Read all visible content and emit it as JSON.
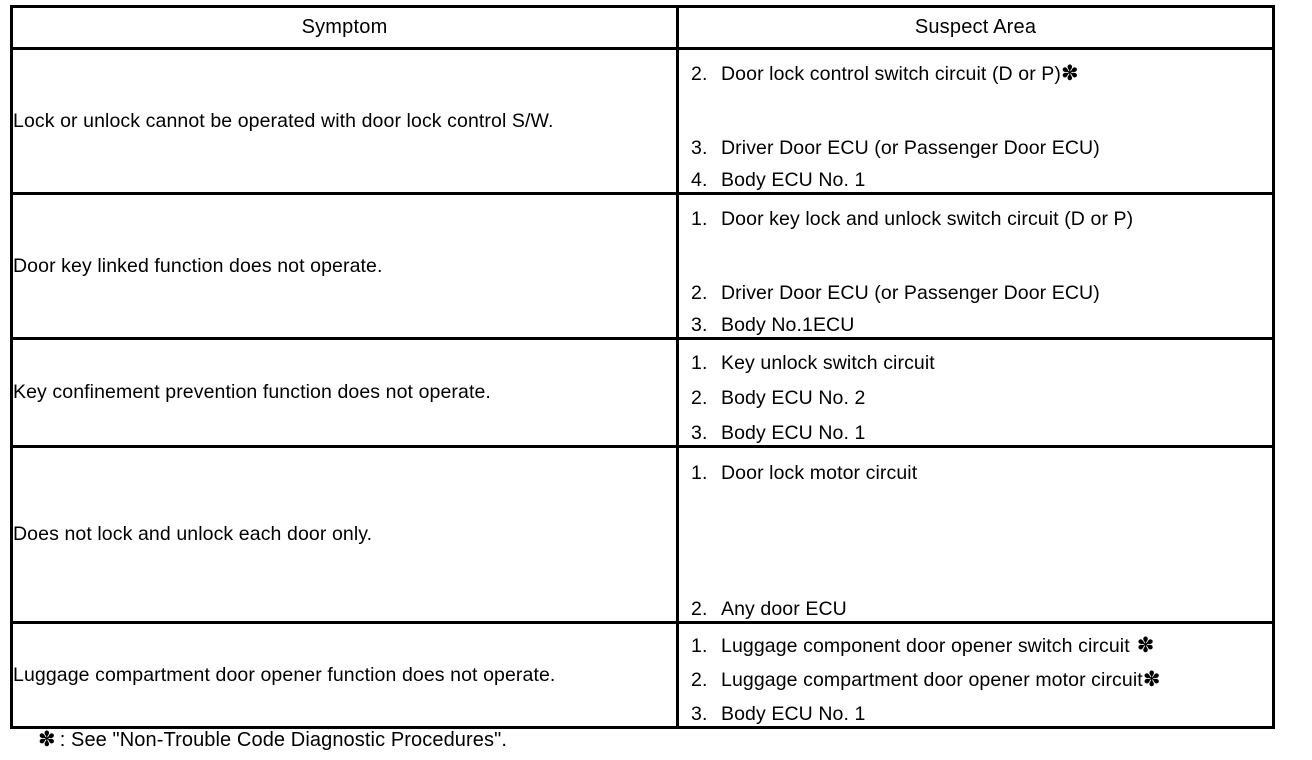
{
  "document": {
    "type": "service-manual-troubleshooting-table",
    "star_glyph": "✽"
  },
  "table": {
    "headers": {
      "symptom": "Symptom",
      "suspect_area": "Suspect Area"
    },
    "rows": [
      {
        "symptom": "Lock or unlock cannot be operated with door lock control S/W.",
        "suspect_area": [
          {
            "num": "2.",
            "text": "Door lock control switch circuit (D or P)",
            "star": true
          },
          {
            "num": "3.",
            "text": "Driver Door ECU (or Passenger Door ECU)",
            "star": false
          },
          {
            "num": "4.",
            "text": "Body ECU No. 1",
            "star": false
          }
        ]
      },
      {
        "symptom": "Door key linked function does not operate.",
        "suspect_area": [
          {
            "num": "1.",
            "text": "Door key lock and unlock switch circuit (D or P)",
            "star": false
          },
          {
            "num": "2.",
            "text": "Driver Door ECU (or Passenger Door ECU)",
            "star": false
          },
          {
            "num": "3.",
            "text": "Body No.1ECU",
            "star": false
          }
        ]
      },
      {
        "symptom": "Key confinement prevention function does not operate.",
        "suspect_area": [
          {
            "num": "1.",
            "text": "Key unlock switch circuit",
            "star": false
          },
          {
            "num": "2.",
            "text": "Body ECU No. 2",
            "star": false
          },
          {
            "num": "3.",
            "text": "Body ECU No. 1",
            "star": false
          }
        ]
      },
      {
        "symptom": "Does not lock and unlock each door only.",
        "suspect_area": [
          {
            "num": "1.",
            "text": "Door lock motor circuit",
            "star": false
          },
          {
            "num": "2.",
            "text": "Any door ECU",
            "star": false
          }
        ]
      },
      {
        "symptom": "Luggage compartment door opener function does not operate.",
        "suspect_area": [
          {
            "num": "1.",
            "text": "Luggage component door opener switch circuit",
            "star": true
          },
          {
            "num": "2.",
            "text": "Luggage compartment door opener motor circuit",
            "star": true
          },
          {
            "num": "3.",
            "text": "Body ECU No. 1",
            "star": false
          }
        ]
      }
    ]
  },
  "footnote": {
    "star": "✽",
    "text": ": See \"Non-Trouble Code Diagnostic Procedures\"."
  }
}
